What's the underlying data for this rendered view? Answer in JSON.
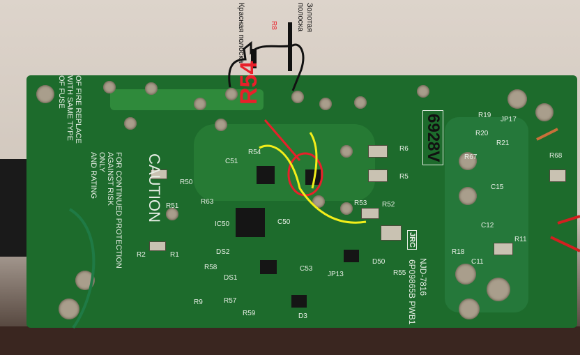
{
  "annotations": {
    "red_band_label": "Красная полоска",
    "resistor_label": "R8",
    "gold_band_label": "Золотая полоска",
    "handwritten_label": "R54"
  },
  "silkscreen": {
    "caution": "CAUTION",
    "warning_lines": [
      "OF FIRE REPLACE",
      "WITH SAME TYPE",
      "OF FUSE",
      "FOR CONTINUED PROTECTION",
      "AGAINST RISK",
      "ONLY",
      "AND RATING"
    ],
    "brand": "JRC",
    "model": "NJD-7816",
    "board_code": "6P09865B PWB1",
    "handwritten_code": "6928V",
    "refs": [
      "R50",
      "R51",
      "R63",
      "IC50",
      "R2",
      "R1",
      "DS2",
      "R58",
      "DS1",
      "R9",
      "R57",
      "R59",
      "D3",
      "JP13",
      "C53",
      "D50",
      "R55",
      "R53",
      "R52",
      "R5",
      "R6",
      "R67",
      "R18",
      "C11",
      "R19",
      "R20",
      "R21",
      "JP17",
      "C15",
      "R68",
      "C12",
      "R11",
      "C50",
      "C51",
      "R54"
    ]
  },
  "colors": {
    "board": "#1d6b2c",
    "annotation_red": "#e8202a",
    "annotation_yellow": "#f2ee1a",
    "annotation_black": "#111111"
  }
}
